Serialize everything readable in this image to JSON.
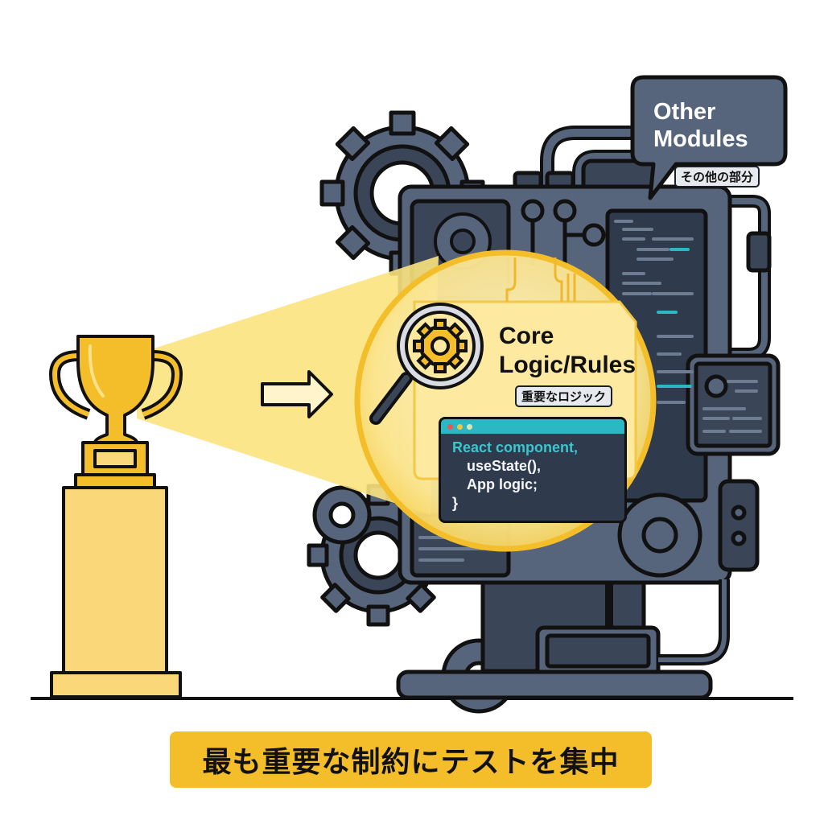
{
  "illustration": {
    "subject": "Focus testing on the most important constraints",
    "colors": {
      "accent_yellow": "#f4bd2a",
      "light_yellow": "#fbe58a",
      "machine_dark": "#3a4658",
      "machine_mid": "#56657b",
      "outline": "#111111",
      "code_bg": "#2f3b4c",
      "code_accent": "#2bb8c4"
    }
  },
  "other_modules": {
    "title_line1": "Other",
    "title_line2": "Modules",
    "subtitle": "その他の部分"
  },
  "core_logic": {
    "title_line1": "Core",
    "title_line2": "Logic/Rules",
    "subtitle": "重要なロジック",
    "icon": "magnifier-gear-icon"
  },
  "code_window": {
    "line1": "React component,",
    "line2": "useState(),",
    "line3": "App logic;",
    "line4": "}",
    "dots": [
      "#e8594d",
      "#f5c342",
      "#d8e7b2"
    ]
  },
  "trophy": {
    "icon": "trophy-icon"
  },
  "arrow": {
    "icon": "arrow-right-icon"
  },
  "banner": {
    "text": "最も重要な制約にテストを集中"
  }
}
